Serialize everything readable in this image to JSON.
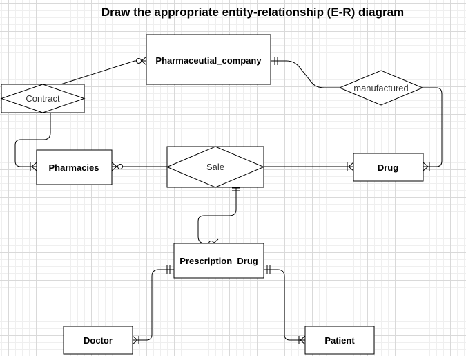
{
  "title": "Draw the appropriate entity-relationship (E-R) diagram",
  "entities": {
    "pharma": "Pharmaceutial_company",
    "pharmacies": "Pharmacies",
    "drug": "Drug",
    "prescription": "Prescription_Drug",
    "doctor": "Doctor",
    "patient": "Patient"
  },
  "relationships": {
    "contract": "Contract",
    "manufactured": "manufactured",
    "sale": "Sale"
  },
  "colors": {
    "stroke": "#000000",
    "background": "#ffffff",
    "grid": "#d9d9d9"
  }
}
